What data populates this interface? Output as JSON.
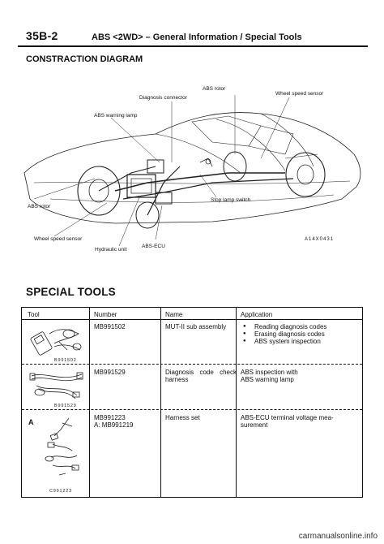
{
  "header": {
    "page_number": "35B-2",
    "title": "ABS <2WD> – General Information / Special Tools"
  },
  "diagram": {
    "heading": "CONSTRACTION DIAGRAM",
    "labels": {
      "abs_rotor_top": "ABS rotor",
      "diagnosis_connector": "Diagnosis connector",
      "wheel_speed_sensor_top": "Wheel speed sensor",
      "abs_warning_lamp": "ABS warning lamp",
      "stop_lamp_switch": "Stop lamp switch",
      "abs_rotor_left": "ABS rotor",
      "wheel_speed_sensor_left": "Wheel speed sensor",
      "abs_ecu": "ABS-ECU",
      "hydraulic_unit": "Hydraulic unit"
    },
    "figure_code": "A14X0431"
  },
  "special_tools": {
    "heading": "SPECIAL TOOLS",
    "columns": [
      "Tool",
      "Number",
      "Name",
      "Application"
    ],
    "rows": [
      {
        "tool_code": "B991502",
        "number": "MB991502",
        "name": "MUT-II sub assembly",
        "application": [
          "Reading diagnosis codes",
          "Erasing diagnosis codes",
          "ABS system inspection"
        ]
      },
      {
        "tool_code": "B991529",
        "number": "MB991529",
        "name_line1": "Diagnosis code check",
        "name_line2": "harness",
        "application_line1": "ABS inspection with",
        "application_line2": "ABS warning lamp"
      },
      {
        "tool_label": "A",
        "tool_code": "C991223",
        "number_line1": "MB991223",
        "number_line2": "A: MB991219",
        "name": "Harness set",
        "application_line1": "ABS-ECU terminal voltage mea-",
        "application_line2": "surement"
      }
    ]
  },
  "footer": {
    "watermark": "carmanualsonline.info"
  }
}
